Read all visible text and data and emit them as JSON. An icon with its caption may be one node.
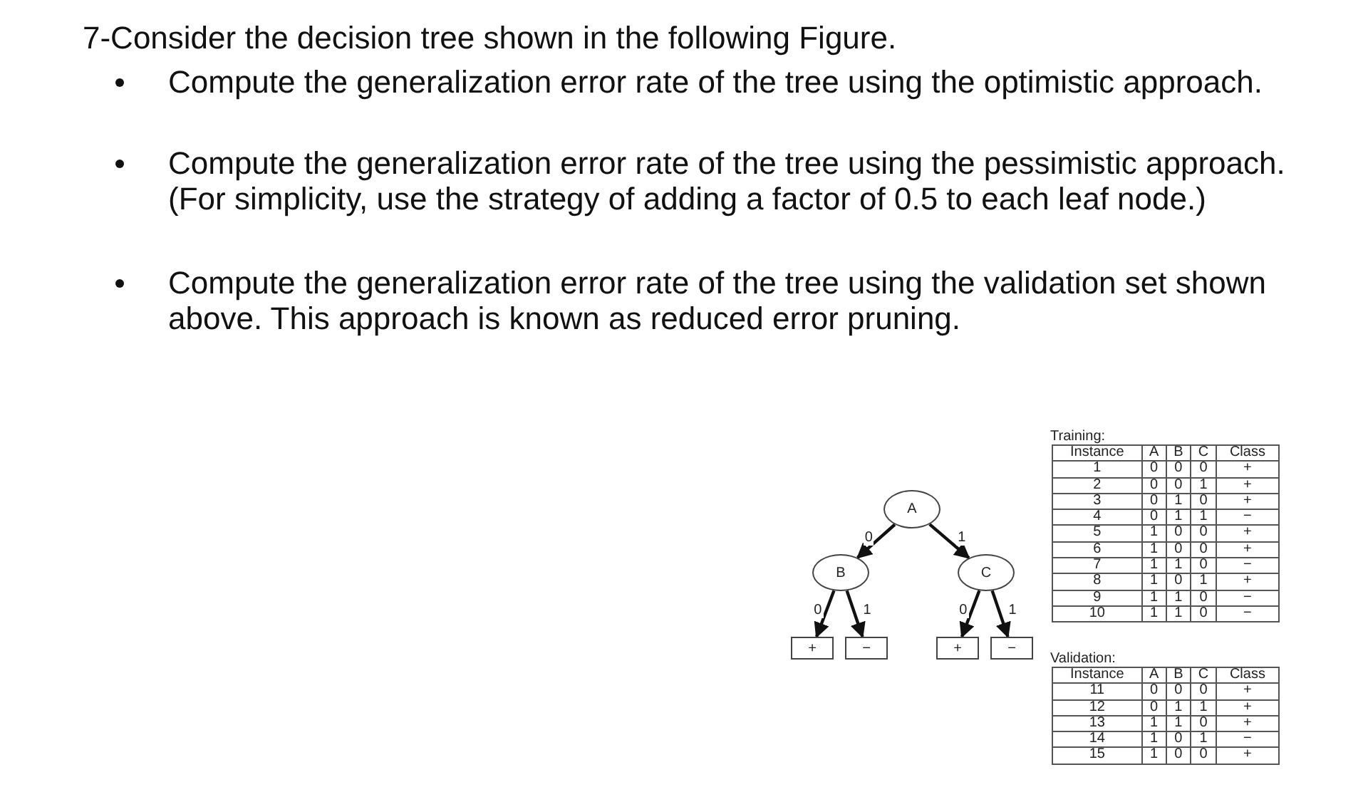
{
  "diagram": {
    "title": "7-Consider the decision tree shown in the following Figure.",
    "nodes": [
      {
        "text": [
          "A"
        ]
      },
      {
        "text": [
          "B"
        ]
      },
      {
        "text": [
          "C"
        ]
      },
      {
        "text": [
          "+"
        ]
      },
      {
        "text": [
          "−"
        ]
      },
      {
        "text": [
          "+"
        ]
      },
      {
        "text": [
          "−"
        ]
      }
    ],
    "edges": [
      {
        "from": 0,
        "to": 1,
        "arrow": "to",
        "label": "0"
      },
      {
        "from": 0,
        "to": 2,
        "arrow": "to",
        "label": "1"
      },
      {
        "from": 1,
        "to": 3,
        "arrow": "to",
        "label": "0"
      },
      {
        "from": 1,
        "to": 4,
        "arrow": "to",
        "label": "1"
      },
      {
        "from": 2,
        "to": 5,
        "arrow": "to",
        "label": "0"
      },
      {
        "from": 2,
        "to": 6,
        "arrow": "to",
        "label": "1"
      }
    ],
    "labels": [
      "Compute the generalization error rate of the tree using the optimistic approach.",
      "Compute the generalization error rate of the tree using the pessimistic approach. (For simplicity, use the strategy of adding a factor of 0.5 to each leaf node.)",
      "Compute the generalization error rate of the tree using the validation set shown above. This approach is known as reduced error pruning.",
      "Training:",
      "Instance",
      "A",
      "B",
      "C",
      "Class",
      "1",
      "0",
      "0",
      "0",
      "+",
      "2",
      "0",
      "0",
      "1",
      "+",
      "3",
      "0",
      "1",
      "0",
      "+",
      "4",
      "0",
      "1",
      "1",
      "−",
      "5",
      "1",
      "0",
      "0",
      "+",
      "6",
      "1",
      "0",
      "0",
      "+",
      "7",
      "1",
      "1",
      "0",
      "−",
      "8",
      "1",
      "0",
      "1",
      "+",
      "9",
      "1",
      "1",
      "0",
      "−",
      "10",
      "1",
      "1",
      "0",
      "−",
      "Validation:",
      "Instance",
      "A",
      "B",
      "C",
      "Class",
      "11",
      "0",
      "0",
      "0",
      "+",
      "12",
      "0",
      "1",
      "1",
      "+",
      "13",
      "1",
      "1",
      "0",
      "+",
      "14",
      "1",
      "0",
      "1",
      "−",
      "15",
      "1",
      "0",
      "0",
      "+"
    ]
  }
}
